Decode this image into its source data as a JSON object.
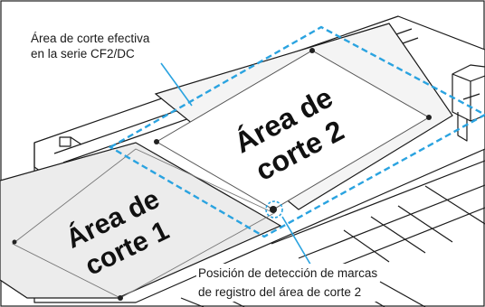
{
  "callouts": {
    "effective_area_line1": "Área de corte efectiva",
    "effective_area_line2": "en la serie CF2/DC",
    "detection_line1": "Posición de detección de marcas",
    "detection_line2": "de registro del área de corte 2"
  },
  "areas": {
    "area1_line1": "Área de",
    "area1_line2": "corte 1",
    "area2_line1": "Área de",
    "area2_line2": "corte 2"
  },
  "colors": {
    "dashed_highlight": "#2aa3e0",
    "outline": "#1a1a1a",
    "sheet": "#f4f4f4"
  }
}
